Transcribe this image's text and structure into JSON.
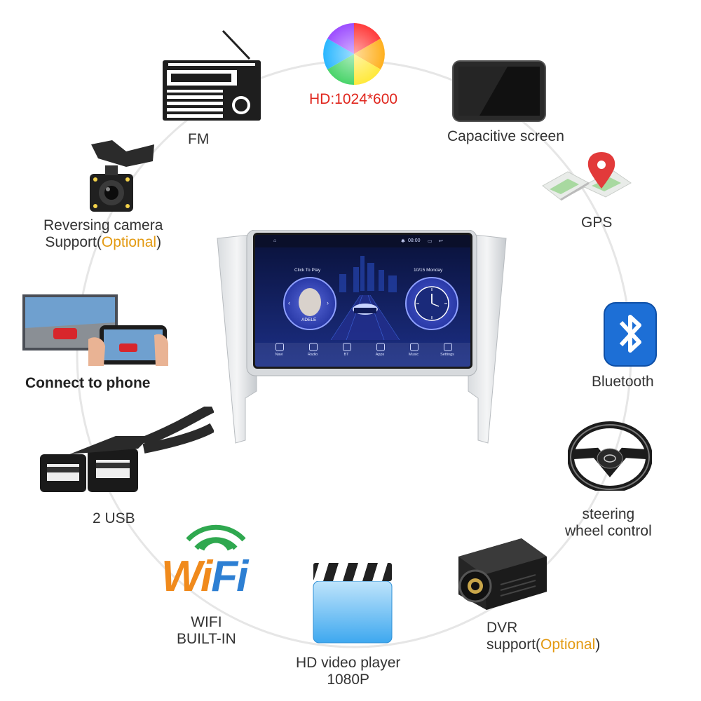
{
  "features": {
    "fm": "FM",
    "hd": "HD:1024*600",
    "capacitive": "Capacitive screen",
    "gps": "GPS",
    "reversing_line1": "Reversing camera",
    "reversing_line2_prefix": "Support(",
    "reversing_optional": "Optional",
    "reversing_line2_suffix": ")",
    "connect_phone": "Connect to phone",
    "bluetooth": "Bluetooth",
    "usb": "2 USB",
    "steering_line1": "steering",
    "steering_line2": "wheel control",
    "wifi_logo": "WiFi",
    "wifi_line1": "WIFI",
    "wifi_line2": "BUILT-IN",
    "video_line1": "HD video player",
    "video_line2": "1080P",
    "dvr_line1": "DVR",
    "dvr_line2_prefix": "support(",
    "dvr_optional": "Optional",
    "dvr_line2_suffix": ")"
  },
  "screen": {
    "time": "08:00",
    "click_to_play": "Click To Play",
    "date": "10/15 Monday",
    "album_text": "ADELE",
    "dock": [
      "Navi",
      "Radio",
      "BT",
      "Apps",
      "Music",
      "Settings"
    ]
  },
  "colors": {
    "accent_optional": "#e39a12",
    "hd_red": "#e0261d",
    "bluetooth_blue": "#1d6fd6",
    "wifi_green": "#2fa84f",
    "wifi_orange": "#f08a1c",
    "wifi_blue": "#2d7fd3"
  }
}
